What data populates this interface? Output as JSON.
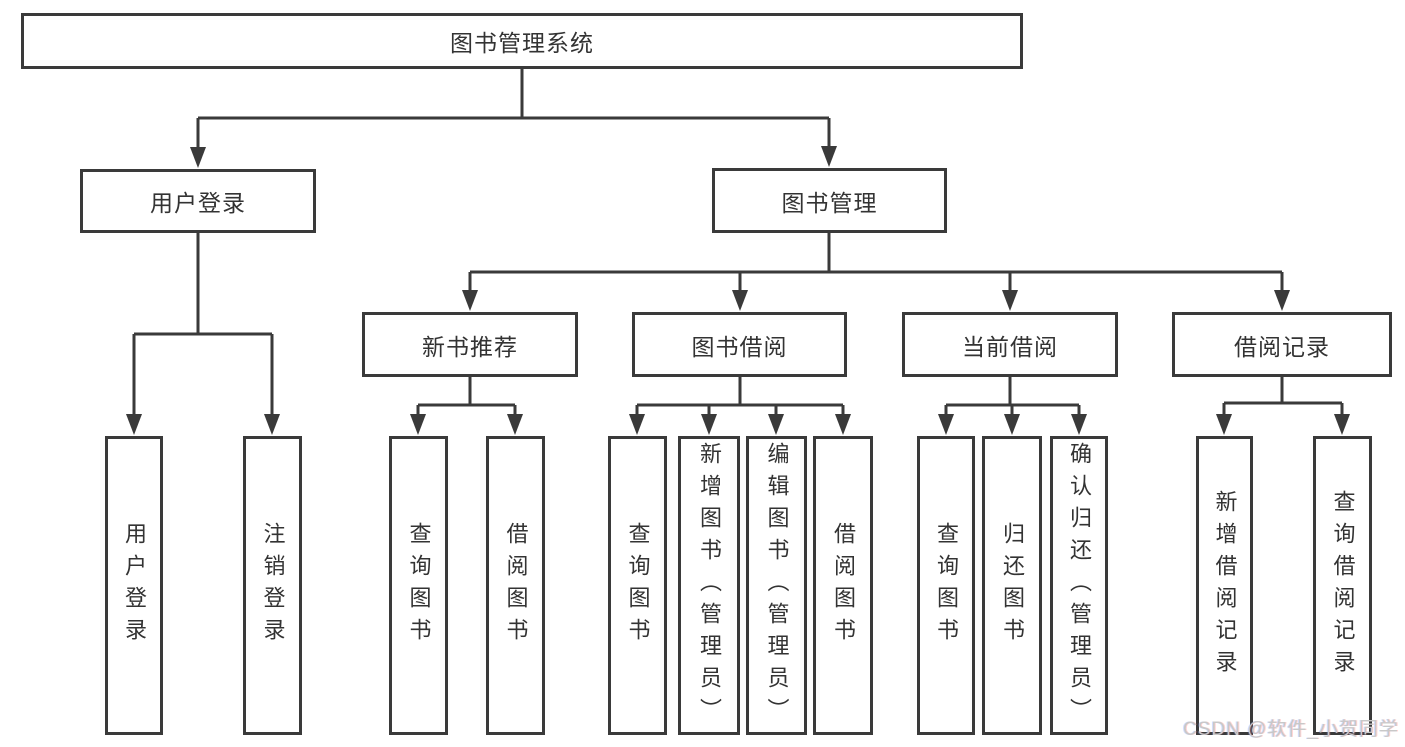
{
  "colors": {
    "line": "#3a3a3a",
    "text": "#333333",
    "background": "#ffffff",
    "watermark": "#c8c8c8"
  },
  "watermark": {
    "text": "CSDN @软件_小贺同学"
  },
  "tree": {
    "root": {
      "label": "图书管理系统"
    },
    "branches": [
      {
        "label": "用户登录",
        "children": [
          {
            "label": "用户登录"
          },
          {
            "label": "注销登录"
          }
        ]
      },
      {
        "label": "图书管理",
        "children": [
          {
            "label": "新书推荐",
            "children": [
              {
                "label": "查询图书"
              },
              {
                "label": "借阅图书"
              }
            ]
          },
          {
            "label": "图书借阅",
            "children": [
              {
                "label": "查询图书"
              },
              {
                "label": "新增图书（管理员）"
              },
              {
                "label": "编辑图书（管理员）"
              },
              {
                "label": "借阅图书"
              }
            ]
          },
          {
            "label": "当前借阅",
            "children": [
              {
                "label": "查询图书"
              },
              {
                "label": "归还图书"
              },
              {
                "label": "确认归还（管理员）"
              }
            ]
          },
          {
            "label": "借阅记录",
            "children": [
              {
                "label": "新增借阅记录"
              },
              {
                "label": "查询借阅记录"
              }
            ]
          }
        ]
      }
    ]
  }
}
